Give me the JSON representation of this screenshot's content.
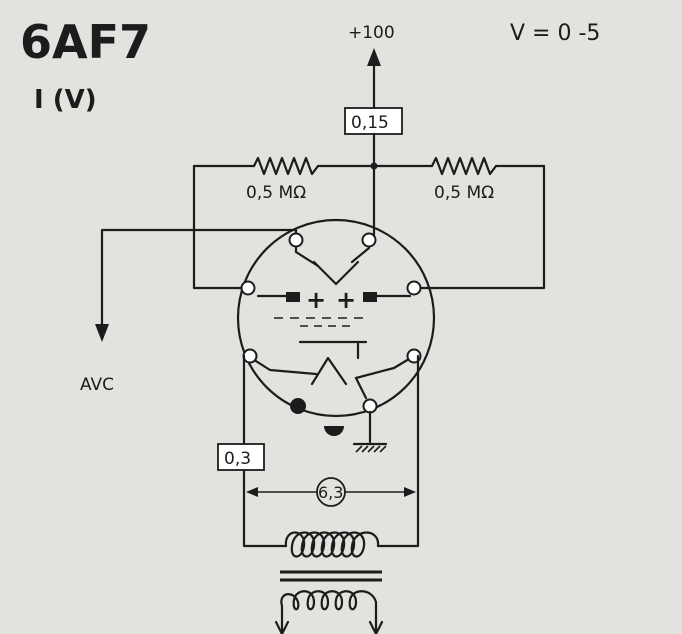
{
  "tube_type": "6AF7",
  "tube_subtitle": "I (V)",
  "voltage_range": "V = 0 -5",
  "supply_voltage": "+100",
  "anode_current": "0,15",
  "left_resistor": "0,5 MΩ",
  "right_resistor": "0,5 MΩ",
  "avc_label": "AVC",
  "heater_current": "0,3",
  "heater_voltage": "6,3"
}
